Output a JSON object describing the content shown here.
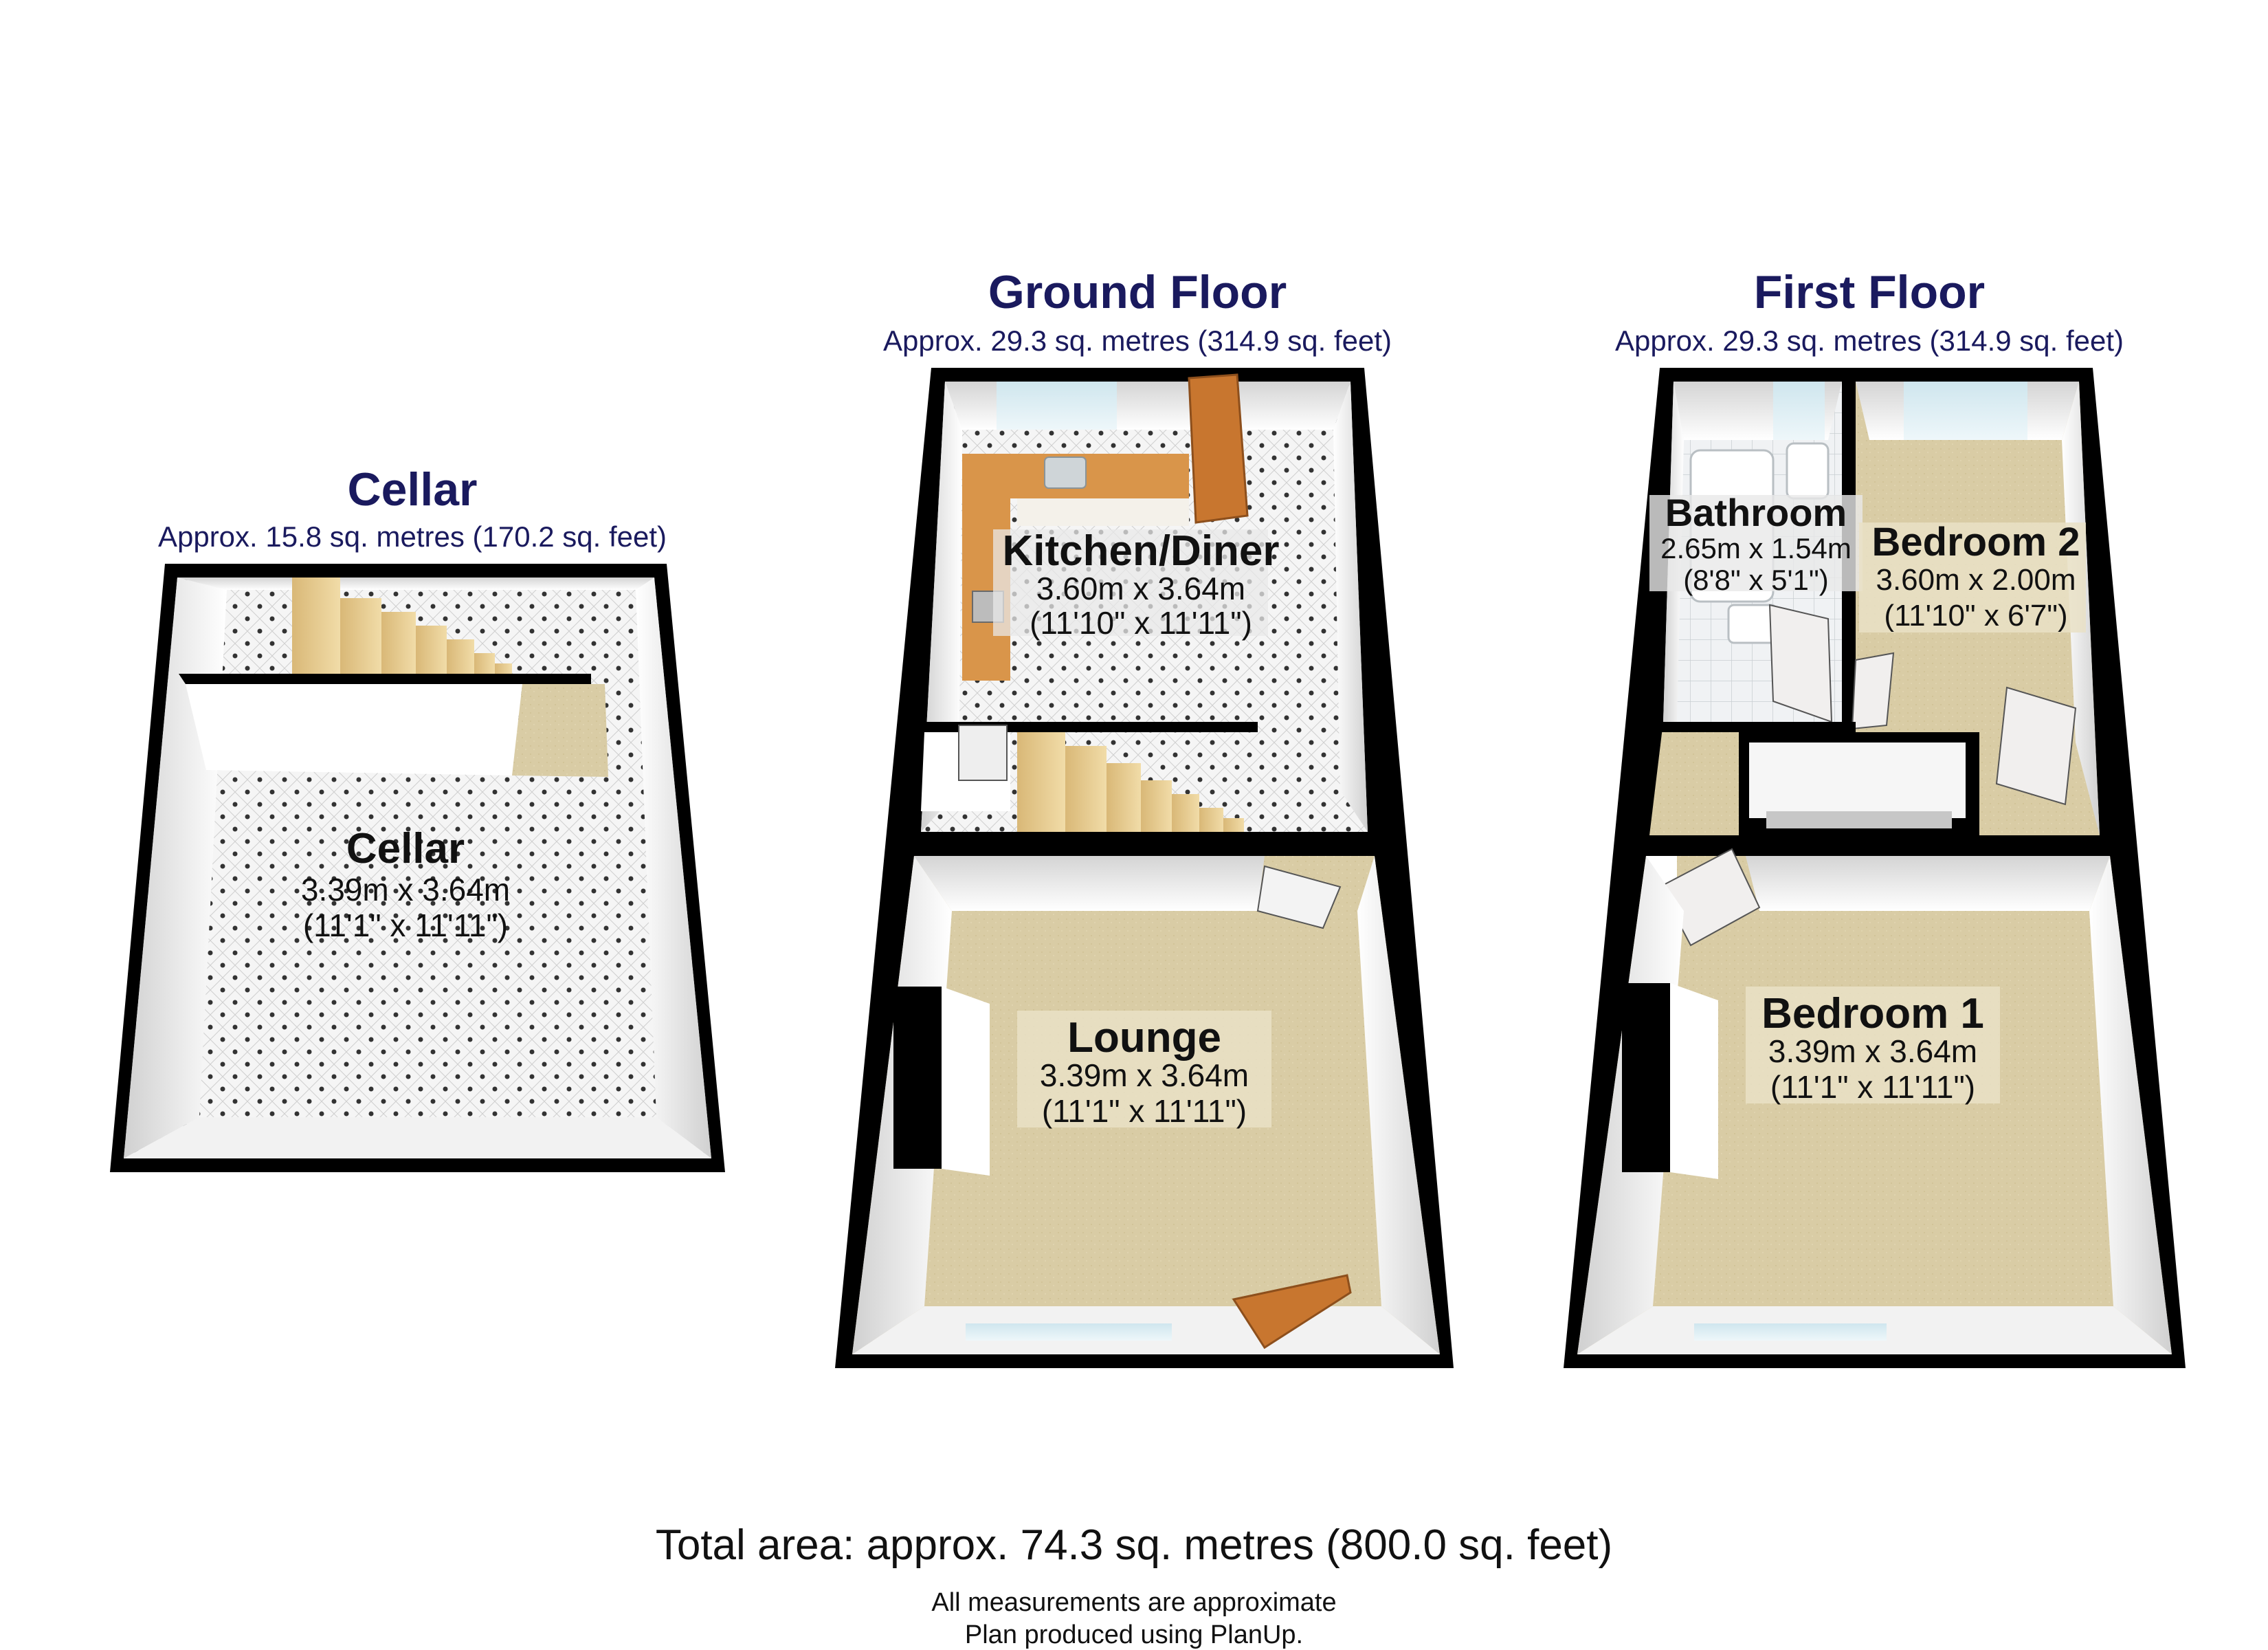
{
  "floors": [
    {
      "name": "Cellar",
      "area": "Approx. 15.8 sq. metres (170.2 sq. feet)",
      "rooms": [
        {
          "name": "Cellar",
          "dim_m": "3.39m x 3.64m",
          "dim_ft": "(11'1\" x 11'11\")"
        }
      ]
    },
    {
      "name": "Ground Floor",
      "area": "Approx. 29.3 sq. metres (314.9 sq. feet)",
      "rooms": [
        {
          "name": "Kitchen/Diner",
          "dim_m": "3.60m x 3.64m",
          "dim_ft": "(11'10\" x 11'11\")"
        },
        {
          "name": "Lounge",
          "dim_m": "3.39m x 3.64m",
          "dim_ft": "(11'1\" x 11'11\")"
        }
      ]
    },
    {
      "name": "First Floor",
      "area": "Approx. 29.3 sq. metres (314.9 sq. feet)",
      "rooms": [
        {
          "name": "Bathroom",
          "dim_m": "2.65m x 1.54m",
          "dim_ft": "(8'8\" x 5'1\")"
        },
        {
          "name": "Bedroom 2",
          "dim_m": "3.60m x 2.00m",
          "dim_ft": "(11'10\" x 6'7\")"
        },
        {
          "name": "Bedroom 1",
          "dim_m": "3.39m x 3.64m",
          "dim_ft": "(11'1\" x 11'11\")"
        }
      ]
    }
  ],
  "footer": {
    "total_area": "Total area: approx. 74.3 sq. metres (800.0 sq. feet)",
    "note_1": "All measurements are approximate",
    "note_2": "Plan produced using PlanUp."
  },
  "colors": {
    "title": "#1a1a5e",
    "wall": "#000000",
    "carpet": "#d8cba3",
    "tile": "#f4f4f4",
    "door": "#c8762f",
    "stairs": "#e2c68a",
    "worktop": "#d9954a"
  }
}
